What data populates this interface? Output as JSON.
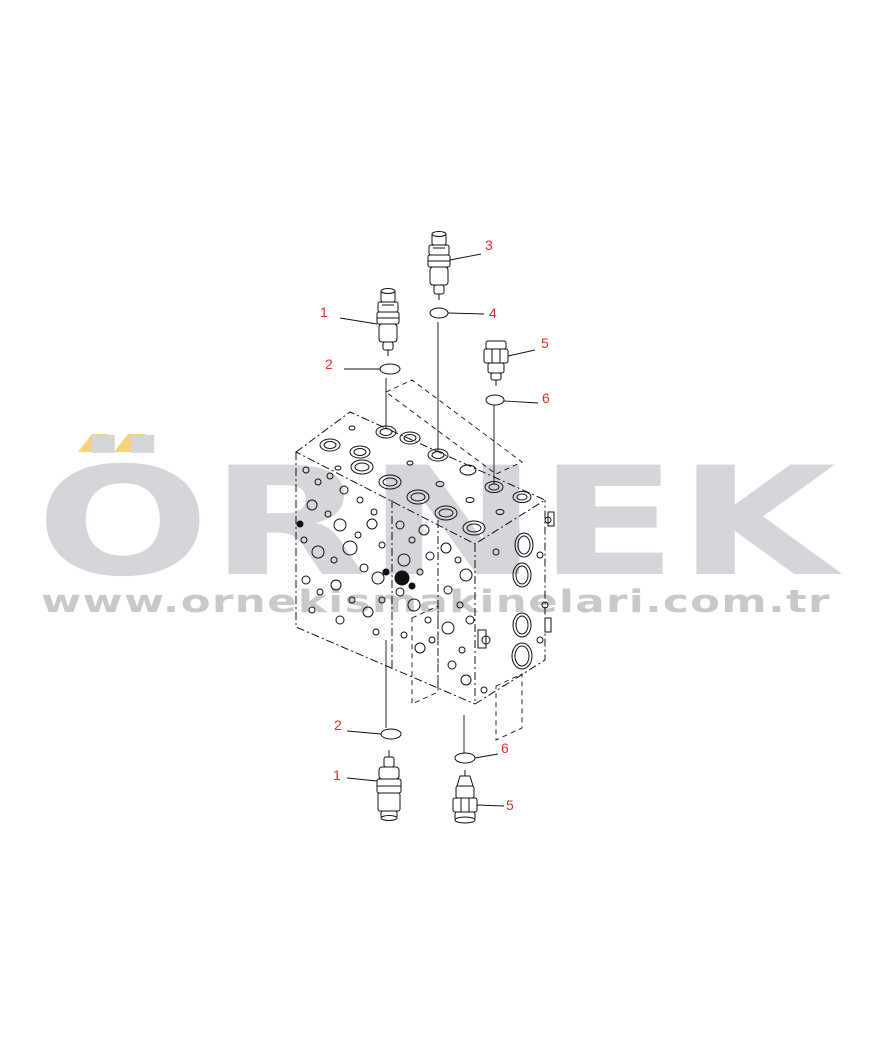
{
  "watermark": {
    "brand": "ÖRNEK",
    "url": "www.ornekismakinelari.com.tr",
    "brand_color": "#d6d6da",
    "accent_color": "#f6d27a"
  },
  "callouts": [
    {
      "id": "c3",
      "label": "3"
    },
    {
      "id": "c1-top",
      "label": "1"
    },
    {
      "id": "c4",
      "label": "4"
    },
    {
      "id": "c2-top",
      "label": "2"
    },
    {
      "id": "c5-top",
      "label": "5"
    },
    {
      "id": "c6-top",
      "label": "6"
    },
    {
      "id": "c2-bottom",
      "label": "2"
    },
    {
      "id": "c6-bottom",
      "label": "6"
    },
    {
      "id": "c1-bottom",
      "label": "1"
    },
    {
      "id": "c5-bottom",
      "label": "5"
    }
  ],
  "colors": {
    "line": "#111111",
    "callout": "#e03030"
  }
}
